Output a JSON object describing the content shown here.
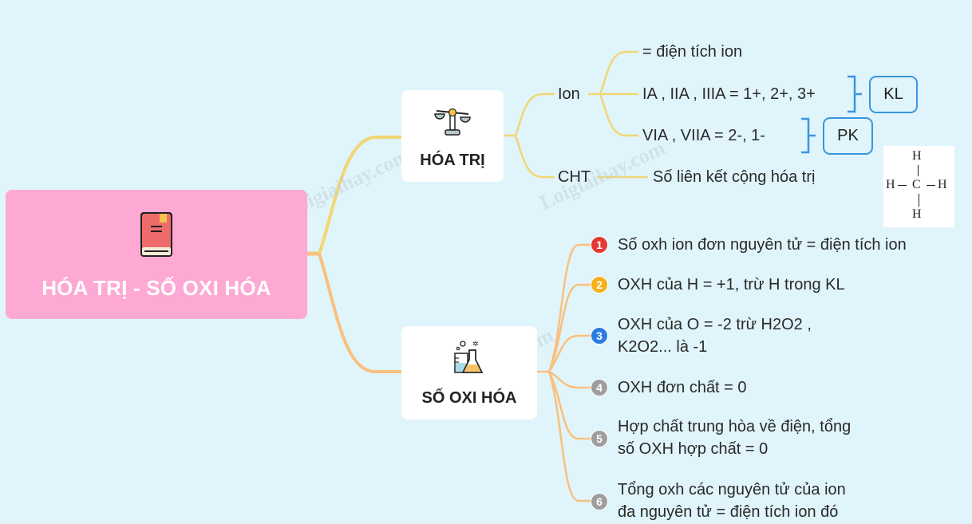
{
  "root": {
    "title": "HÓA TRỊ - SỐ OXI HÓA",
    "icon": "book-icon"
  },
  "branches": {
    "hoa_tri": {
      "label": "HÓA TRỊ",
      "icon": "balance-scale-icon",
      "children": {
        "ion": {
          "label": "Ion",
          "items": [
            "= điện tích ion",
            "IA , IIA , IIIA = 1+, 2+, 3+",
            "VIA , VIIA = 2-, 1-"
          ],
          "groups": [
            {
              "label": "KL"
            },
            {
              "label": "PK"
            }
          ]
        },
        "cht": {
          "label": "CHT",
          "items": [
            "Số liên kết cộng hóa trị"
          ],
          "formula": {
            "top": "H",
            "left": "H",
            "center": "C",
            "right": "H",
            "bottom": "H"
          }
        }
      }
    },
    "so_oxi_hoa": {
      "label": "SỐ OXI HÓA",
      "icon": "lab-flask-icon",
      "rules": [
        {
          "num": "1",
          "color": "#e53935",
          "lines": [
            "Số oxh ion đơn nguyên tử = điện tích ion"
          ]
        },
        {
          "num": "2",
          "color": "#f5b01c",
          "lines": [
            "OXH của H = +1, trừ H trong KL"
          ]
        },
        {
          "num": "3",
          "color": "#2a7be4",
          "lines": [
            "OXH của O = -2 trừ H2O2 ,",
            "K2O2... là -1"
          ]
        },
        {
          "num": "4",
          "color": "#9e9e9e",
          "lines": [
            "OXH đơn chất = 0"
          ]
        },
        {
          "num": "5",
          "color": "#9e9e9e",
          "lines": [
            "Hợp chất trung hòa về điện, tổng",
            "số OXH hợp chất = 0"
          ]
        },
        {
          "num": "6",
          "color": "#9e9e9e",
          "lines": [
            "Tổng oxh các nguyên tử của ion",
            "đa nguyên tử = điện tích ion đó"
          ]
        }
      ]
    }
  },
  "colors": {
    "background": "#e0f4fb",
    "root": "#fda9d3",
    "branch_yellow": "#f1d672",
    "branch_orange": "#f9c07e",
    "bracket_blue": "#3a95df"
  },
  "watermark": "Loigiaihay.com"
}
